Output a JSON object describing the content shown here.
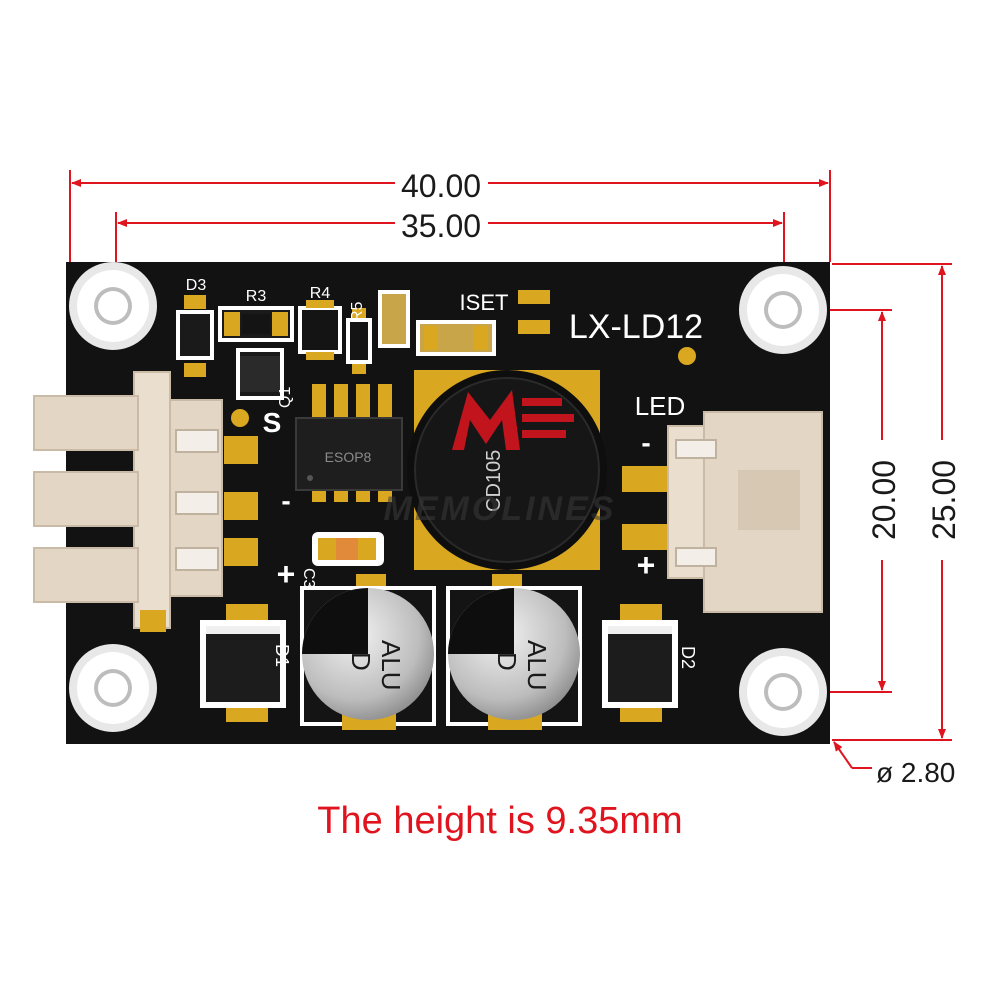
{
  "dimensions": {
    "width_total": "40.00",
    "width_holes": "35.00",
    "height_holes": "20.00",
    "height_total": "25.00",
    "hole_diameter": "ø 2.80"
  },
  "board": {
    "model": "LX-LD12",
    "iset_label": "ISET",
    "led_label": "LED",
    "led_minus": "-",
    "led_plus": "+",
    "in_s": "S",
    "in_minus": "-",
    "in_plus": "+",
    "refs": [
      "D3",
      "R3",
      "R4",
      "R5",
      "Q1",
      "C3",
      "D1",
      "D2"
    ],
    "ic_marking": "ESOP8",
    "inductor_marking": "CD105",
    "cap_text_1": "ALU",
    "cap_text_2": "D"
  },
  "watermark": "MEMOLINES",
  "caption": "The height is 9.35mm",
  "colors": {
    "dimension": "#e0141e",
    "board": "#121212",
    "pad": "#d9a820",
    "silkscreen": "#ffffff",
    "connector": "#e3d6c4"
  }
}
